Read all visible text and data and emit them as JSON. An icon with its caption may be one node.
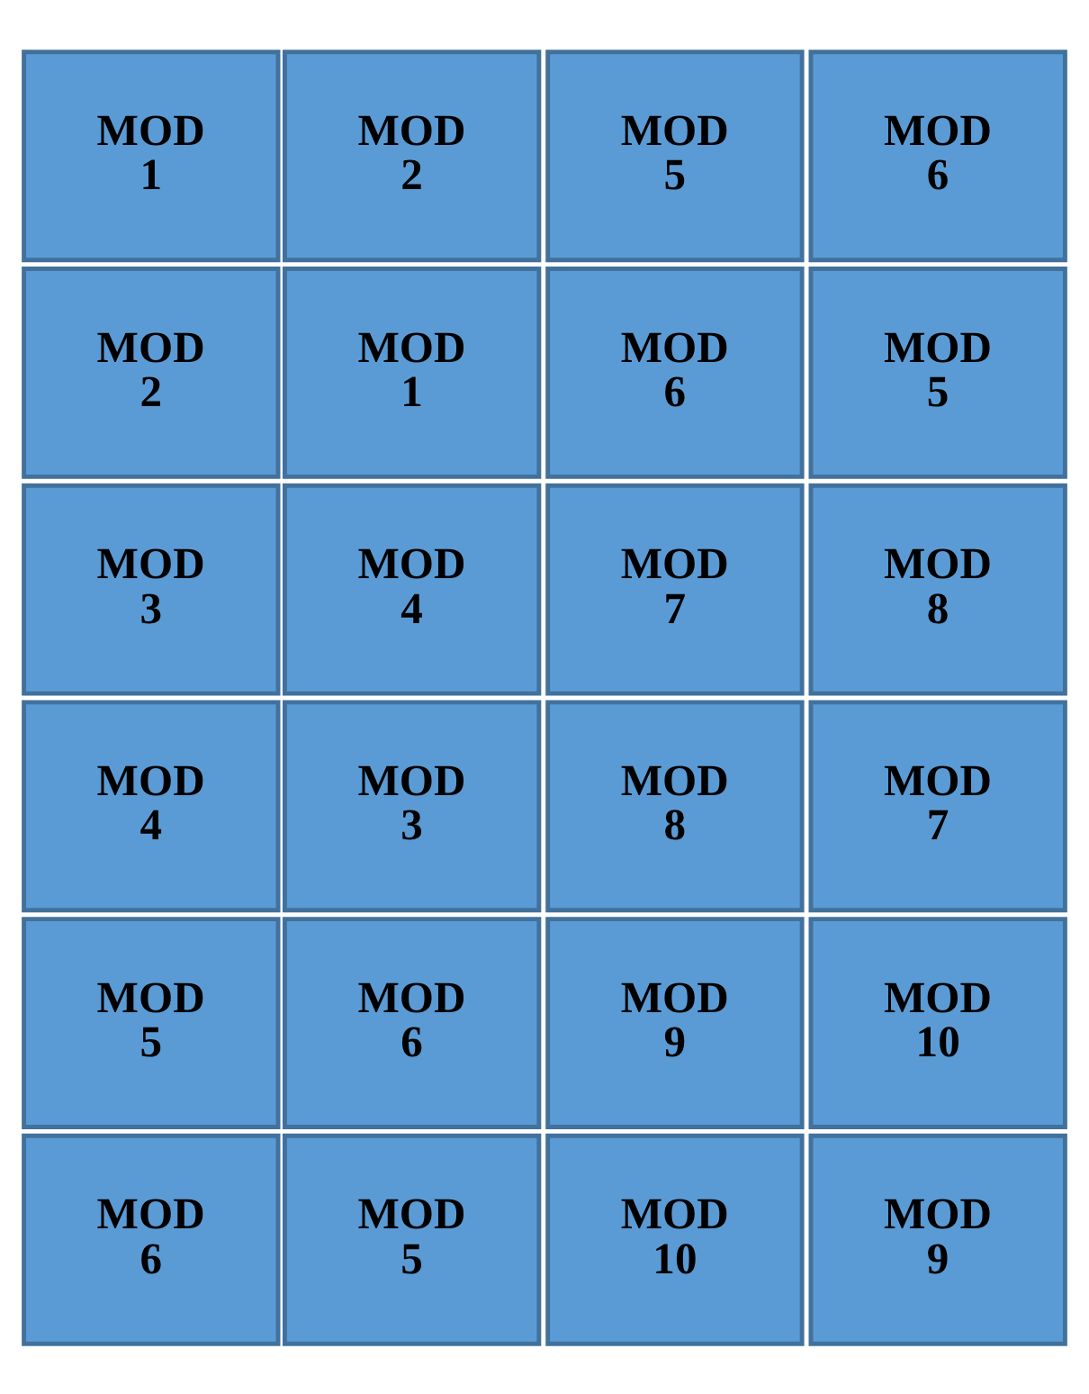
{
  "diagram": {
    "nodes": [
      {
        "text": [
          "MOD 1"
        ]
      },
      {
        "text": [
          "MOD 2"
        ]
      },
      {
        "text": [
          "MOD 5"
        ]
      },
      {
        "text": [
          "MOD 6"
        ]
      },
      {
        "text": [
          "MOD 2"
        ]
      },
      {
        "text": [
          "MOD 1"
        ]
      },
      {
        "text": [
          "MOD 6"
        ]
      },
      {
        "text": [
          "MOD 5"
        ]
      },
      {
        "text": [
          "MOD 3"
        ]
      },
      {
        "text": [
          "MOD 4"
        ]
      },
      {
        "text": [
          "MOD 7"
        ]
      },
      {
        "text": [
          "MOD 8"
        ]
      },
      {
        "text": [
          "MOD 4"
        ]
      },
      {
        "text": [
          "MOD 3"
        ]
      },
      {
        "text": [
          "MOD 8"
        ]
      },
      {
        "text": [
          "MOD 7"
        ]
      },
      {
        "text": [
          "MOD 5"
        ]
      },
      {
        "text": [
          "MOD 6"
        ]
      },
      {
        "text": [
          "MOD 9"
        ]
      },
      {
        "text": [
          "MOD 10"
        ]
      },
      {
        "text": [
          "MOD 6"
        ]
      },
      {
        "text": [
          "MOD 5"
        ]
      },
      {
        "text": [
          "MOD 10"
        ]
      },
      {
        "text": [
          "MOD 9"
        ]
      }
    ],
    "edges": []
  }
}
